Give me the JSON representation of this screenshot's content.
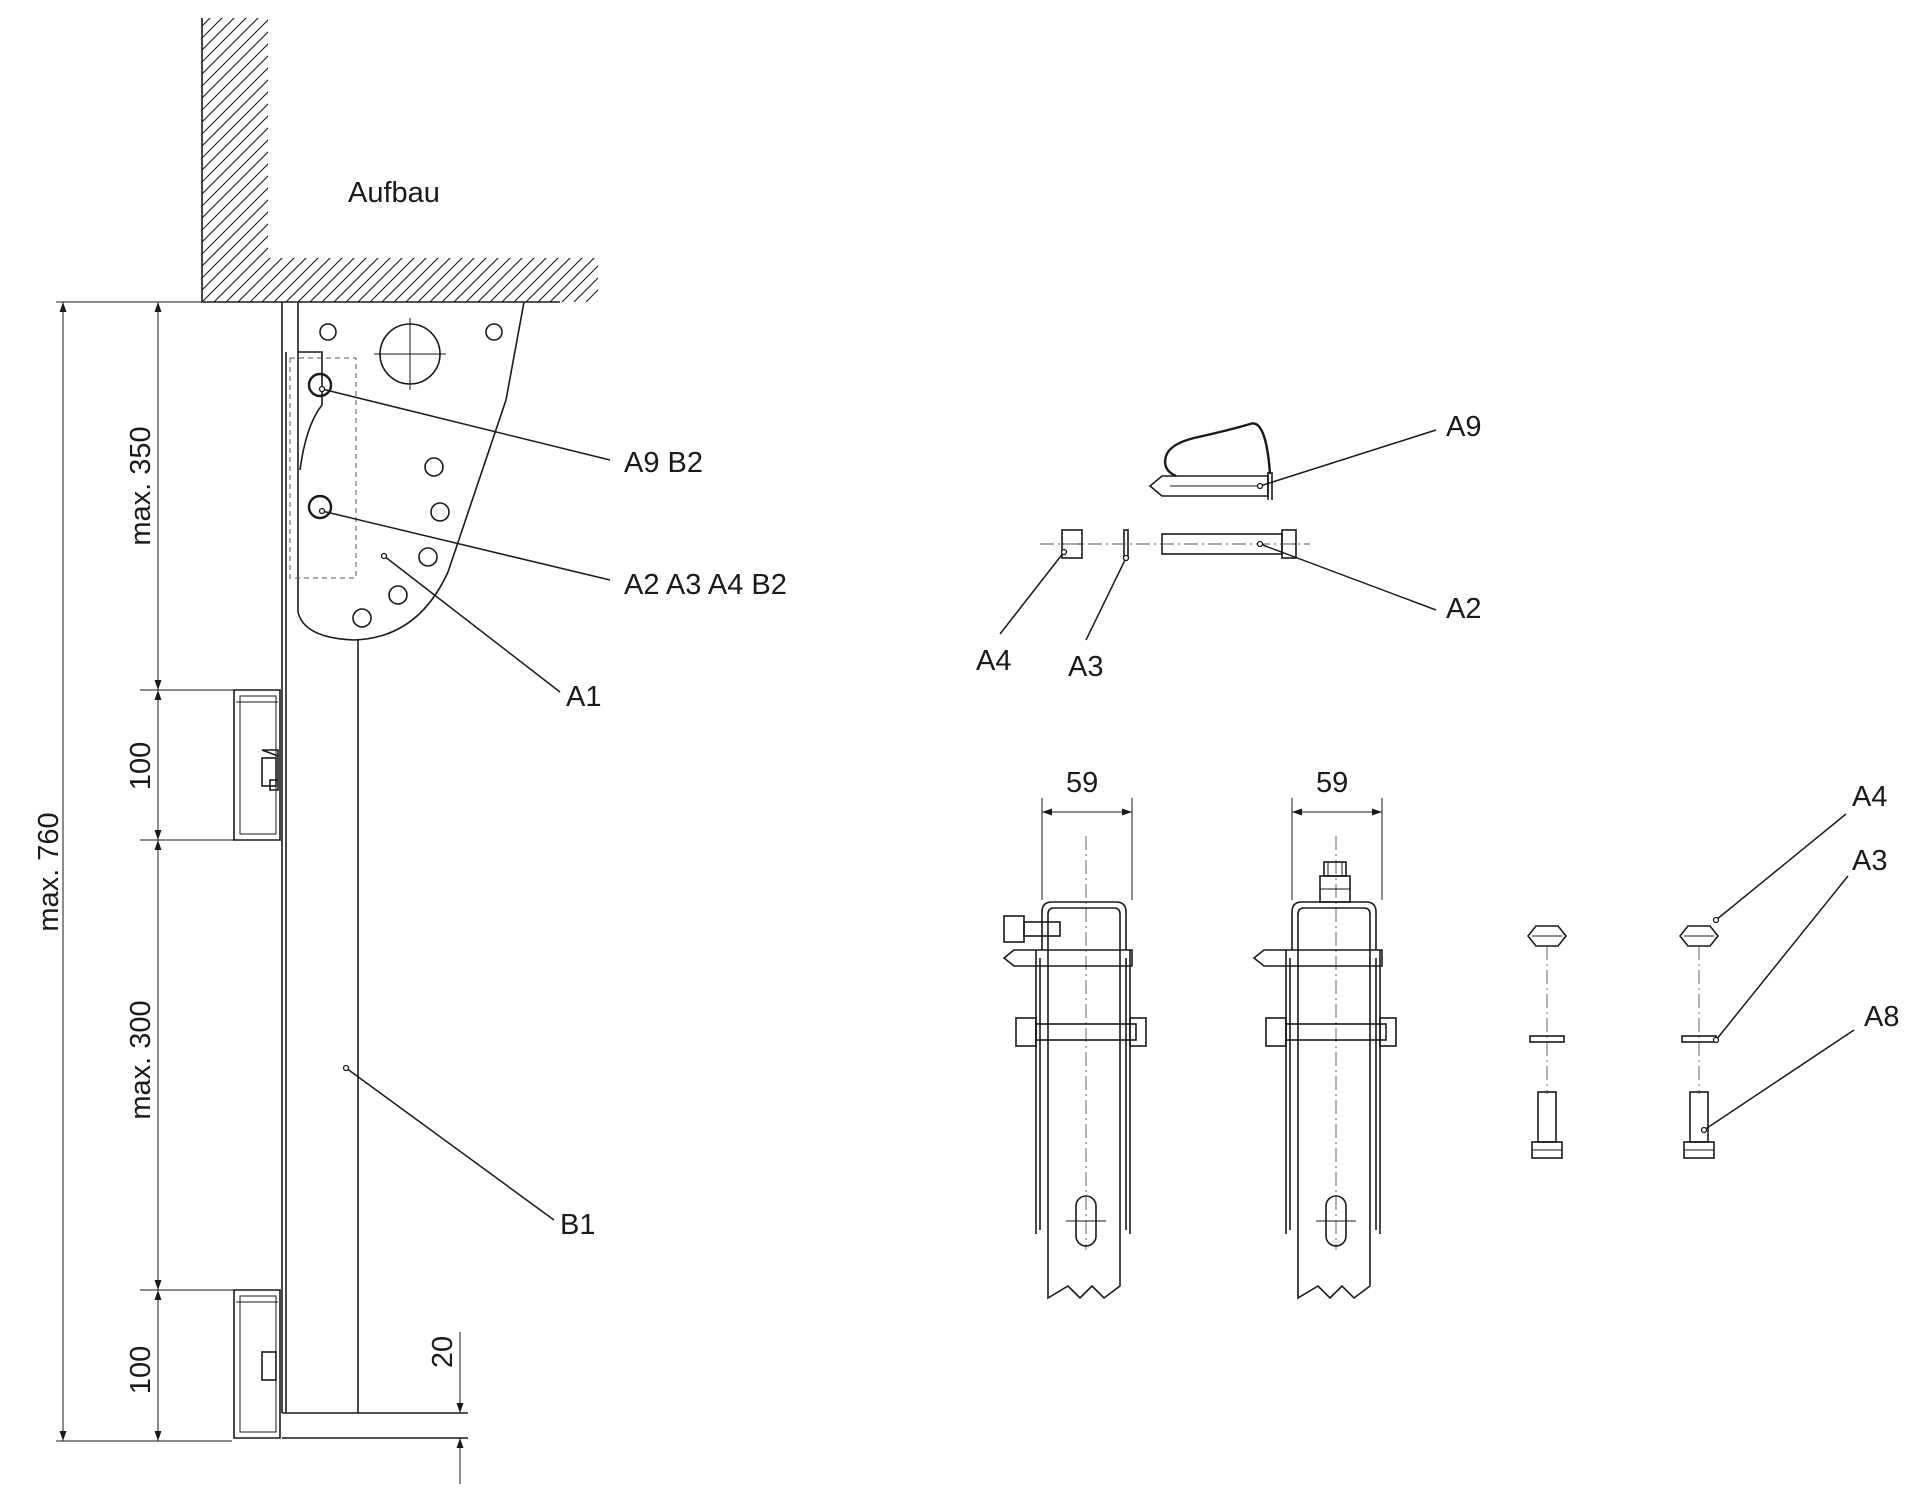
{
  "diagram": {
    "structure_label": "Aufbau",
    "dimensions": {
      "max_760": "max. 760",
      "max_350": "max. 350",
      "d100_top": "100",
      "max_300": "max. 300",
      "d100_bottom": "100",
      "d20": "20",
      "width_left": "59",
      "width_right": "59"
    },
    "callouts": {
      "a9_b2": "A9 B2",
      "a2_a3_a4_b2": "A2 A3 A4 B2",
      "a1": "A1",
      "b1": "B1",
      "parts_a9": "A9",
      "parts_a2": "A2",
      "parts_a4": "A4",
      "parts_a3": "A3",
      "set_a4": "A4",
      "set_a3": "A3",
      "set_a8": "A8"
    }
  }
}
